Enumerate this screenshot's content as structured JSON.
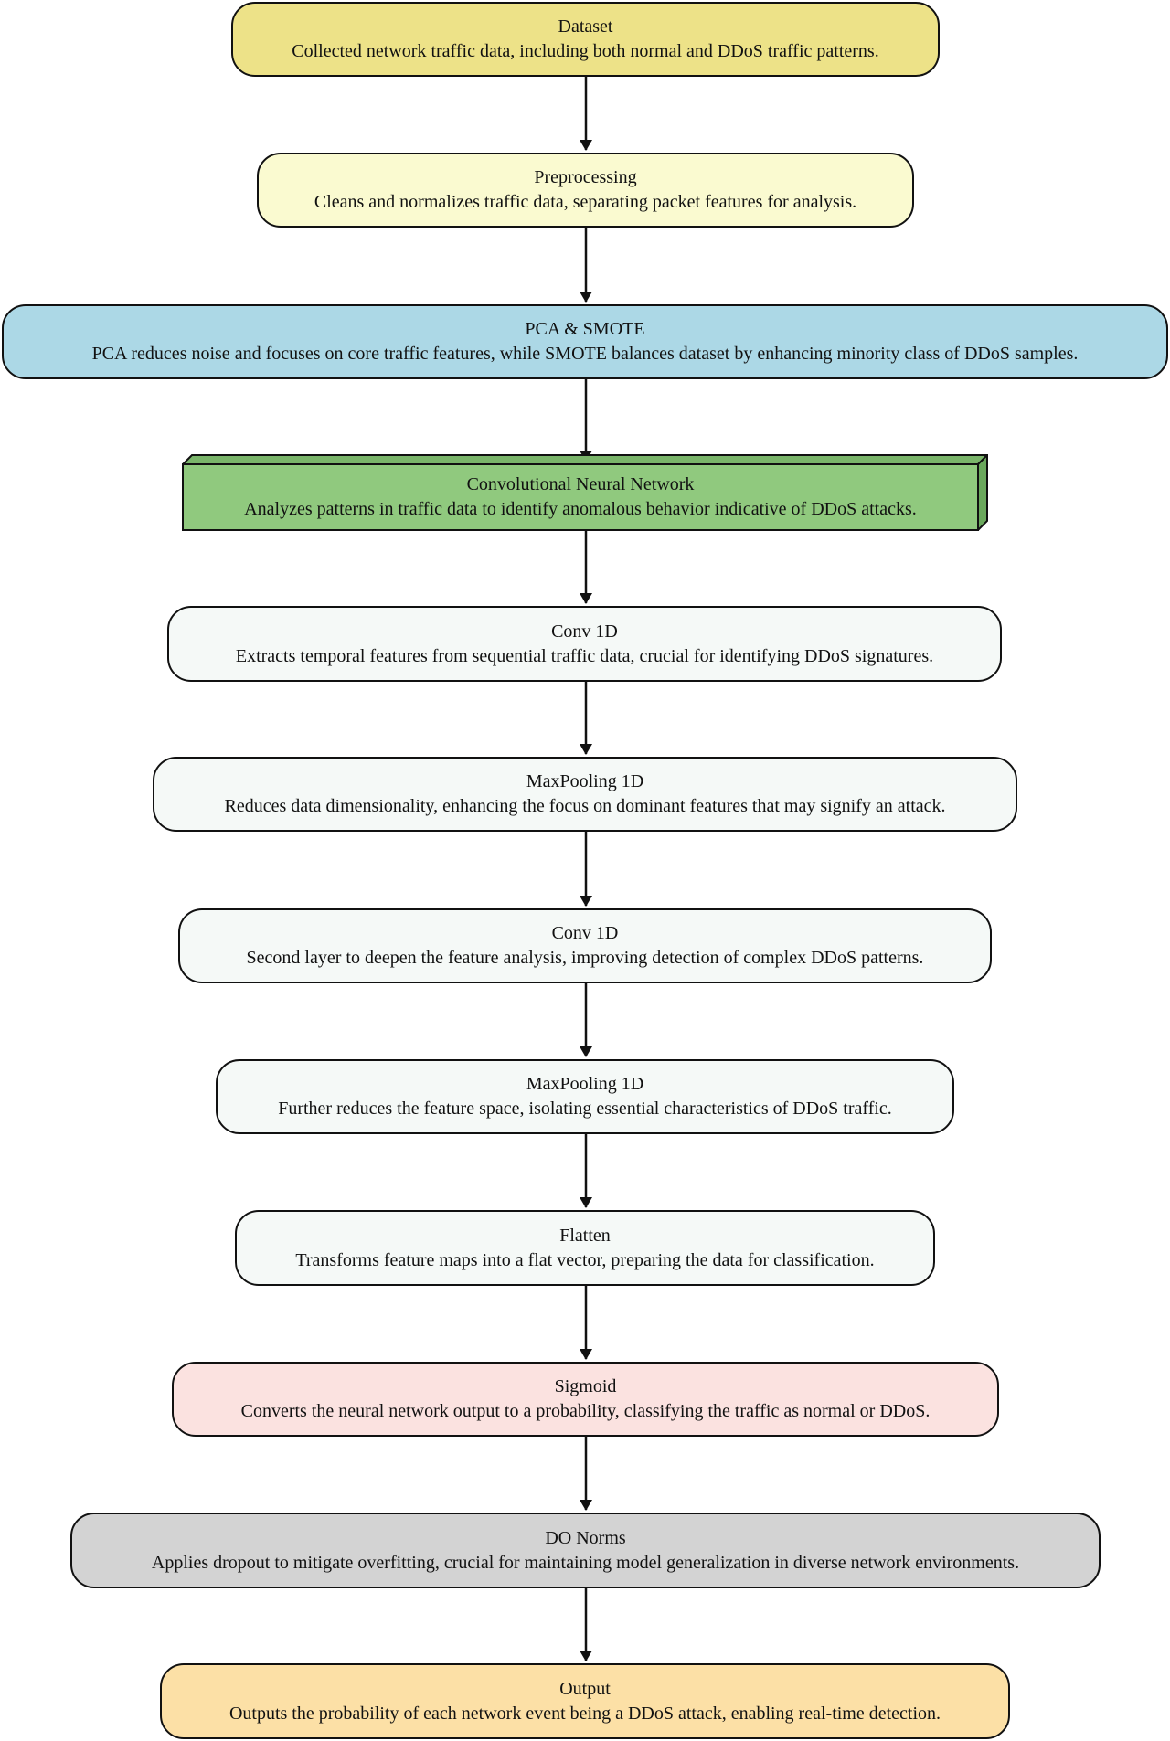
{
  "nodes": [
    {
      "id": "dataset",
      "title": "Dataset",
      "desc": "Collected network traffic data, including both normal and DDoS traffic patterns.",
      "fill": "#ede288"
    },
    {
      "id": "preprocessing",
      "title": "Preprocessing",
      "desc": "Cleans and normalizes traffic data, separating packet features for analysis.",
      "fill": "#fafad0"
    },
    {
      "id": "pca-smote",
      "title": "PCA & SMOTE",
      "desc": "PCA reduces noise and focuses on core traffic features, while SMOTE balances dataset by enhancing minority class of DDoS samples.",
      "fill": "#acd8e6"
    },
    {
      "id": "cnn",
      "title": "Convolutional Neural Network",
      "desc": "Analyzes patterns in traffic data to identify anomalous behavior indicative of DDoS attacks.",
      "fill": "#90c97e"
    },
    {
      "id": "conv1d-1",
      "title": "Conv 1D",
      "desc": "Extracts temporal features from sequential traffic data, crucial for identifying DDoS signatures.",
      "fill": "#f5f9f7"
    },
    {
      "id": "maxpool-1",
      "title": "MaxPooling 1D",
      "desc": "Reduces data dimensionality, enhancing the focus on dominant features that may signify an attack.",
      "fill": "#f5f9f7"
    },
    {
      "id": "conv1d-2",
      "title": "Conv 1D",
      "desc": "Second layer to deepen the feature analysis, improving detection of complex DDoS patterns.",
      "fill": "#f5f9f7"
    },
    {
      "id": "maxpool-2",
      "title": "MaxPooling 1D",
      "desc": "Further reduces the feature space, isolating essential characteristics of DDoS traffic.",
      "fill": "#f5f9f7"
    },
    {
      "id": "flatten",
      "title": "Flatten",
      "desc": "Transforms feature maps into a flat vector, preparing the data for classification.",
      "fill": "#f5f9f7"
    },
    {
      "id": "sigmoid",
      "title": "Sigmoid",
      "desc": "Converts the neural network output to a probability, classifying the traffic as normal or DDoS.",
      "fill": "#fbe2e0"
    },
    {
      "id": "do-norms",
      "title": "DO Norms",
      "desc": "Applies dropout to mitigate overfitting, crucial for maintaining model generalization in diverse network environments.",
      "fill": "#d3d3d3"
    },
    {
      "id": "output",
      "title": "Output",
      "desc": "Outputs the probability of each network event being a DDoS attack, enabling real-time detection.",
      "fill": "#fce0a6"
    }
  ],
  "edges": [
    [
      "dataset",
      "preprocessing"
    ],
    [
      "preprocessing",
      "pca-smote"
    ],
    [
      "pca-smote",
      "cnn"
    ],
    [
      "cnn",
      "conv1d-1"
    ],
    [
      "conv1d-1",
      "maxpool-1"
    ],
    [
      "maxpool-1",
      "conv1d-2"
    ],
    [
      "conv1d-2",
      "maxpool-2"
    ],
    [
      "maxpool-2",
      "flatten"
    ],
    [
      "flatten",
      "sigmoid"
    ],
    [
      "sigmoid",
      "do-norms"
    ],
    [
      "do-norms",
      "output"
    ]
  ]
}
